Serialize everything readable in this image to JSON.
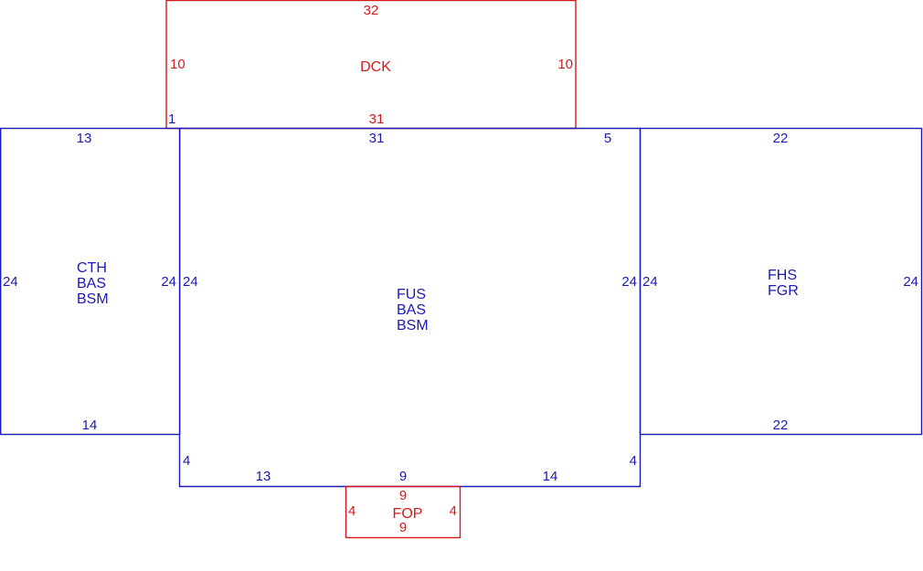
{
  "colors": {
    "main": "#1a1ab4",
    "addon": "#d41a1a"
  },
  "dck": {
    "codes": [
      "DCK"
    ],
    "top": "32",
    "left": "10",
    "right": "10",
    "bottom": "31",
    "corner": "1"
  },
  "cth": {
    "codes": [
      "CTH",
      "BAS",
      "BSM"
    ],
    "top": "13",
    "left": "24",
    "right": "24",
    "bottom": "14"
  },
  "fus": {
    "codes": [
      "FUS",
      "BAS",
      "BSM"
    ],
    "top": "31",
    "top_right": "5",
    "left": "24",
    "right": "24",
    "bottom_left_step": "4",
    "bottom_right_step": "4",
    "bottom_left": "13",
    "bottom_mid": "9",
    "bottom_right": "14"
  },
  "fhs": {
    "codes": [
      "FHS",
      "FGR"
    ],
    "top": "22",
    "left": "24",
    "right": "24",
    "bottom": "22"
  },
  "fop": {
    "codes": [
      "FOP"
    ],
    "top": "9",
    "left": "4",
    "right": "4",
    "bottom": "9"
  }
}
